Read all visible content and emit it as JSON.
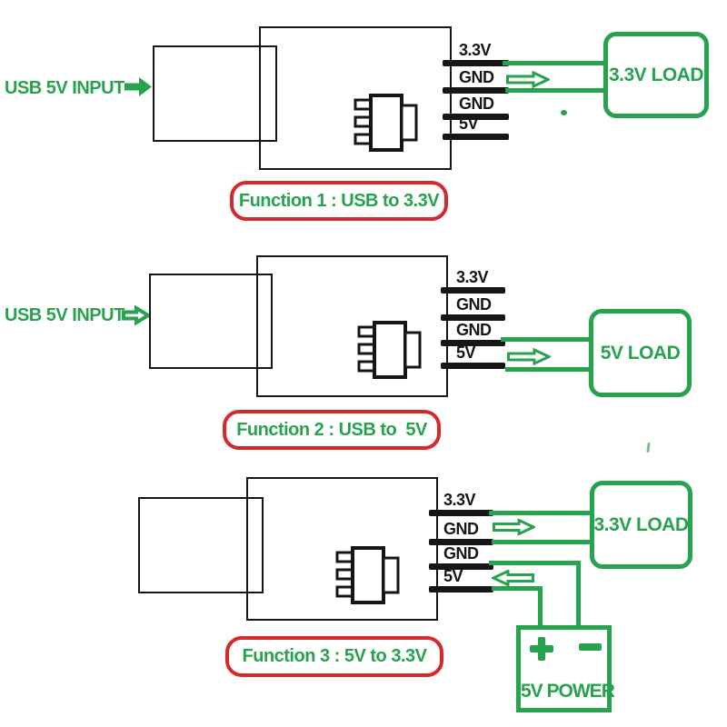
{
  "colors": {
    "green": "#27a24e",
    "red": "#d7282e",
    "black": "#161616"
  },
  "sections": [
    {
      "input_label": "USB 5V INPUT",
      "pins": [
        "3.3V",
        "GND",
        "GND",
        "5V"
      ],
      "load_label": "3.3V LOAD",
      "caption": "Function 1 : USB to 3.3V"
    },
    {
      "input_label": "USB 5V INPUT",
      "pins": [
        "3.3V",
        "GND",
        "GND",
        "5V"
      ],
      "load_label": "5V LOAD",
      "caption": "Function 2 : USB to  5V"
    },
    {
      "pins": [
        "3.3V",
        "GND",
        "GND",
        "5V"
      ],
      "load_label": "3.3V LOAD",
      "caption": "Function 3 : 5V to 3.3V",
      "power": {
        "label": "5V POWER",
        "plus": "+",
        "minus": "−"
      }
    }
  ]
}
